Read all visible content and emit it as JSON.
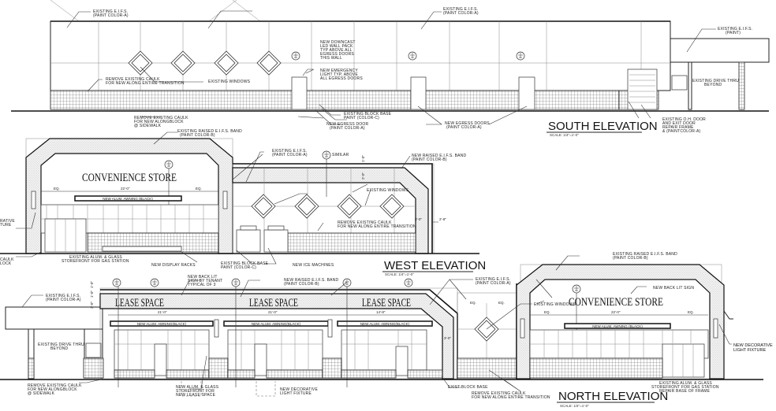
{
  "south": {
    "title": "SOUTH ELEVATION",
    "scale": "SCALE: 1/4\"=1'-0\"",
    "notes": {
      "eifs_left": [
        "EXISTING E.I.F.S.",
        "(PAINT COLOR-A)"
      ],
      "eifs_mid": [
        "EXISTING E.I.F.S.",
        "(PAINT COLOR-A)"
      ],
      "eifs_right": [
        "EXISTING E.I.F.S.",
        "(PAINT)"
      ],
      "downcast": [
        "NEW DOWNCAST",
        "LED WALL PACK",
        "TYP ABOVE ALL",
        "EGRESS DOORS",
        "THIS WALL"
      ],
      "emergency": [
        "NEW EMERGENCY",
        "LIGHT TYP. ABOVE",
        "ALL EGRESS DOORS"
      ],
      "caulk_transition": [
        "REMOVE EXISTING CAULK",
        "FOR NEW ALONG ENTIRE TRANSITION"
      ],
      "windows": [
        "EXISTING WINDOWS"
      ],
      "caulk_sidewalk": [
        "REMOVE EXISTING CAULK",
        "FOR NEW ALONGBLOCK",
        "@ SIDEWALK"
      ],
      "block_base": [
        "EXISTING BLOCK BASE",
        "PAINT (COLOR-C)"
      ],
      "egress_door": [
        "NEW EGRESS DOOR",
        "(PAINT COLOR-A)"
      ],
      "egress_doors": [
        "NEW EGRESS DOORS",
        "(PAINT COLOR-A)"
      ],
      "oh_door": [
        "EXISTING O.H. DOOR",
        "AND EXIT DOOR",
        "REPAIR FRAME",
        "& (PAINTCOLOR-A)"
      ],
      "drive_thru": [
        "EXISTING DRIVE THRU",
        "BEYOND"
      ]
    }
  },
  "west": {
    "title": "WEST ELEVATION",
    "scale": "SCALE: 1/4\"=1'-0\"",
    "sign": "CONVENIENCE STORE",
    "awning": "NEW ALUM. AWNING (BLACK)",
    "dims": {
      "eq": "EQ.",
      "width": "22'-0\"",
      "d1": "3'-0\"",
      "d2": "2'-8\"",
      "v1": "1'-0\"",
      "v2": "2'-0\""
    },
    "notes": {
      "raised_band": [
        "EXISTING RAISED E.I.F.S. BAND",
        "(PAINT COLOR-B)"
      ],
      "eifs": [
        "EXISTING E.I.F.S.",
        "(PAINT COLOR-A)"
      ],
      "similar": [
        "SIMILAR"
      ],
      "new_band": [
        "NEW RAISED E.I.F.S. BAND",
        "(PAINT COLOR-B)"
      ],
      "windows": [
        "EXISTING WINDOWS"
      ],
      "caulk_transition": [
        "REMOVE EXISTING CAULK",
        "FOR NEW ALONG ENTIRE TRANSITION"
      ],
      "light_fixture": [
        "RATIVE",
        "TURE"
      ],
      "caulk_block": [
        "CAULK",
        "LOCK"
      ],
      "storefront": [
        "EXISTING ALUM. & GLASS",
        "STOREFRONT FOR GAS STATION"
      ],
      "display_racks": [
        "NEW DISPLAY RACKS"
      ],
      "block_base": [
        "EXISTING BLOCK BASE",
        "PAINT (COLOR-C)"
      ],
      "ice_machines": [
        "NEW ICE MACHINES"
      ]
    }
  },
  "north": {
    "title": "NORTH ELEVATION",
    "scale": "SCALE: 1/4\"=1'-0\"",
    "lease_sign": "LEASE SPACE",
    "store_sign": "CONVENIENCE STORE",
    "awning": "NEW ALUM. AWNING(BLACK)",
    "awning_store": "NEW ALUM. AWNING (BLACK)",
    "dims": {
      "eq": "EQ.",
      "w1": "21'-0\"",
      "w2": "21'-0\"",
      "w3": "14'-8\"",
      "w4": "22'-0\"",
      "d1": "3'-0\"",
      "v1": "1'-0\"",
      "v2": "1'-0\"",
      "v3": "3'-0\""
    },
    "notes": {
      "eifs_left": [
        "EXISTING E.I.F.S.",
        "(PAINT COLOR-A)"
      ],
      "back_lit": [
        "NEW BACK LIT",
        "SIGN BY TENANT",
        "TYPICAL OF 3"
      ],
      "new_band": [
        "NEW RAISED E.I.F.S. BAND",
        "(PAINT COLOR-B)"
      ],
      "eifs_mid": [
        "EXISTING E.I.F.S.",
        "(PAINT COLOR-A)"
      ],
      "raised_band": [
        "EXISTING RAISED E.I.F.S. BAND",
        "(PAINT COLOR-B)"
      ],
      "back_lit_sign": [
        "NEW BACK LIT SIGN"
      ],
      "windows": [
        "EXISTING WINDOWS"
      ],
      "drive_thru": [
        "EXISTING DRIVE THRU",
        "BEYOND"
      ],
      "caulk_sidewalk": [
        "REMOVE EXISTING CAULK",
        "FOR NEW ALONGBLOCK",
        "@ SIDEWALK"
      ],
      "lease_storefront": [
        "NEW ALUM. & GLASS",
        "STOREFRONT FOR",
        "NEW LEASE SPACE"
      ],
      "light_fixture": [
        "NEW DECORATIVE",
        "LIGHT FIXTURE"
      ],
      "block_base": [
        "EXIST BLOCK BASE"
      ],
      "caulk_transition": [
        "REMOVE EXISTING CAULK",
        "FOR NEW ALONG ENTIRE TRANSITION"
      ],
      "storefront": [
        "EXISTING ALUM. & GLASS",
        "STOREFRONT FOR GAS STATION",
        "REPAIR BASE OF FRAME"
      ],
      "new_light": [
        "NEW DECORATIVE",
        "LIGHT FIXTURE"
      ]
    }
  },
  "colors": {
    "line": "#222222",
    "paper": "#ffffff"
  }
}
